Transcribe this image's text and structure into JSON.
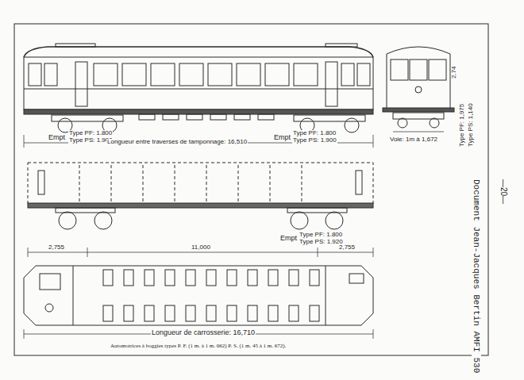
{
  "diagram": {
    "caption": "Automotrices à boggies types P. F. (1 m. à 1 m. 062) P. S. (1 m. 45 à 1 m. 672).",
    "labels": [
      "Empt",
      "Type PF: 1.800",
      "Type PS: 1.900",
      "Longueur entre traverses de tamponnage: 16,510",
      "Empt",
      "Type PF: 1.800",
      "Type PS: 1.900",
      "Voie: 1m à 1,672",
      "2.74",
      "Type PF: 1,975",
      "Type PS: 1,140",
      "Empt",
      "Type PF: 1.800",
      "Type PS: 1.920",
      "2,755",
      "11,000",
      "2,755",
      "Longueur de carrosserie: 16,710",
      "—20—",
      "Document Jean-Jacques Bertin AMFI 530"
    ]
  }
}
